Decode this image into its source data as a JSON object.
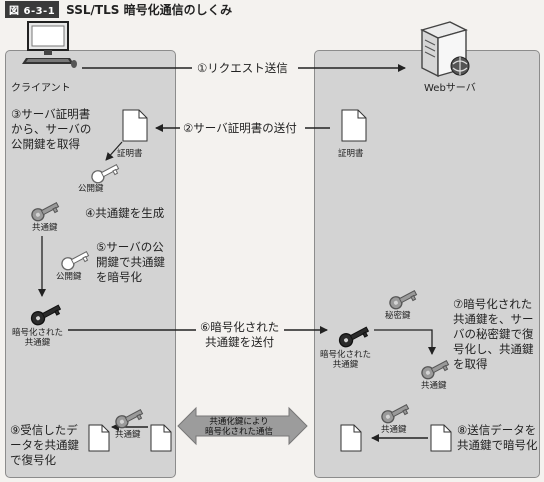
{
  "figure": {
    "badge": "図 6-3-1",
    "title": "SSL/TLS 暗号化通信のしくみ"
  },
  "client": {
    "label": "クライアント"
  },
  "server": {
    "label": "Webサーバ"
  },
  "steps": {
    "s1": "①リクエスト送信",
    "s2": "②サーバ証明書の送付",
    "s3": [
      "③サーバ証明書",
      "から、サーバの",
      "公開鍵を取得"
    ],
    "s4": "④共通鍵を生成",
    "s5": [
      "⑤サーバの公",
      "開鍵で共通鍵",
      "を暗号化"
    ],
    "s6": [
      "⑥暗号化された",
      "共通鍵を送付"
    ],
    "s7": [
      "⑦暗号化された",
      "共通鍵を、サー",
      "バの秘密鍵で復",
      "号化し、共通鍵",
      "を取得"
    ],
    "s8": [
      "⑧送信データを",
      "共通鍵で暗号化"
    ],
    "s9": [
      "⑨受信したデ",
      "ータを共通鍵",
      "で復号化"
    ]
  },
  "captions": {
    "cert_client": "証明書",
    "cert_server": "証明書",
    "public_key_1": "公開鍵",
    "common_key_1": "共通鍵",
    "public_key_2": "公開鍵",
    "encrypted_key_client": [
      "暗号化された",
      "共通鍵"
    ],
    "secret_key": "秘密鍵",
    "encrypted_key_server": [
      "暗号化された",
      "共通鍵"
    ],
    "common_key_server_1": "共通鍵",
    "common_key_server_2": "共通鍵",
    "common_key_client_2": "共通鍵"
  },
  "channel": {
    "line1": "共通化鍵により",
    "line2": "暗号化された通信"
  },
  "colors": {
    "panel": "#d3d3d3",
    "key_light": "#9a9a9a",
    "key_dark": "#2b2b2b",
    "channel_arrow": "#9c9c9c"
  }
}
